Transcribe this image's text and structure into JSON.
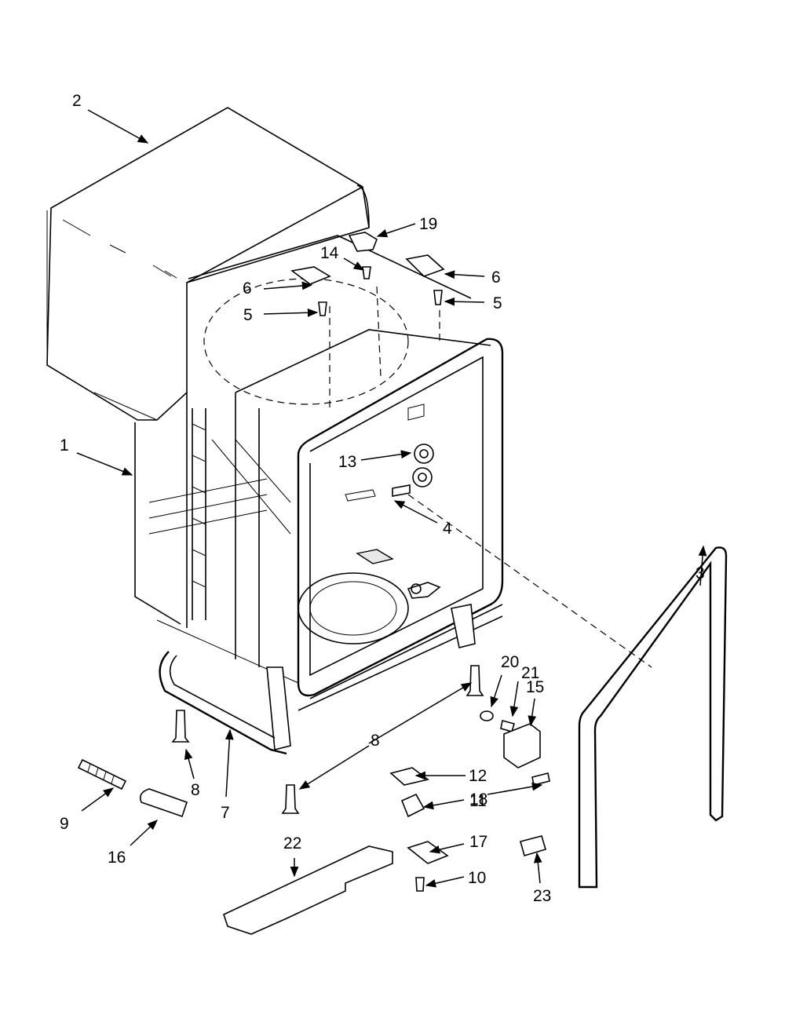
{
  "callouts": [
    {
      "id": "c1",
      "text": "1"
    },
    {
      "id": "c2",
      "text": "2"
    },
    {
      "id": "c3",
      "text": "3"
    },
    {
      "id": "c4",
      "text": "4"
    },
    {
      "id": "c5a",
      "text": "5"
    },
    {
      "id": "c5b",
      "text": "5"
    },
    {
      "id": "c6a",
      "text": "6"
    },
    {
      "id": "c6b",
      "text": "6"
    },
    {
      "id": "c7",
      "text": "7"
    },
    {
      "id": "c8a",
      "text": "8"
    },
    {
      "id": "c8b",
      "text": "8"
    },
    {
      "id": "c9",
      "text": "9"
    },
    {
      "id": "c10",
      "text": "10"
    },
    {
      "id": "c11",
      "text": "11"
    },
    {
      "id": "c12",
      "text": "12"
    },
    {
      "id": "c13",
      "text": "13"
    },
    {
      "id": "c14",
      "text": "14"
    },
    {
      "id": "c15",
      "text": "15"
    },
    {
      "id": "c16",
      "text": "16"
    },
    {
      "id": "c17",
      "text": "17"
    },
    {
      "id": "c18",
      "text": "18"
    },
    {
      "id": "c19",
      "text": "19"
    },
    {
      "id": "c20",
      "text": "20"
    },
    {
      "id": "c21",
      "text": "21"
    },
    {
      "id": "c22",
      "text": "22"
    },
    {
      "id": "c23",
      "text": "23"
    }
  ]
}
